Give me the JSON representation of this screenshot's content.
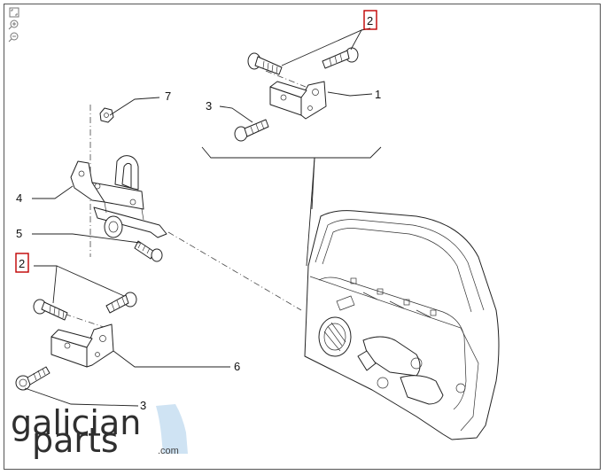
{
  "callouts": {
    "c1": "1",
    "c2_top": "2",
    "c2_left": "2",
    "c3_top": "3",
    "c3_bottom": "3",
    "c4": "4",
    "c5": "5",
    "c6": "6",
    "c7": "7"
  },
  "logo": {
    "line1": "galician",
    "line2": "parts",
    "suffix": ".com"
  },
  "colors": {
    "highlight": "#c00000",
    "logo_shape": "#cfe3f3",
    "ink": "#222222"
  },
  "tools": [
    "fit-icon",
    "zoom-in-icon",
    "zoom-out-icon"
  ]
}
